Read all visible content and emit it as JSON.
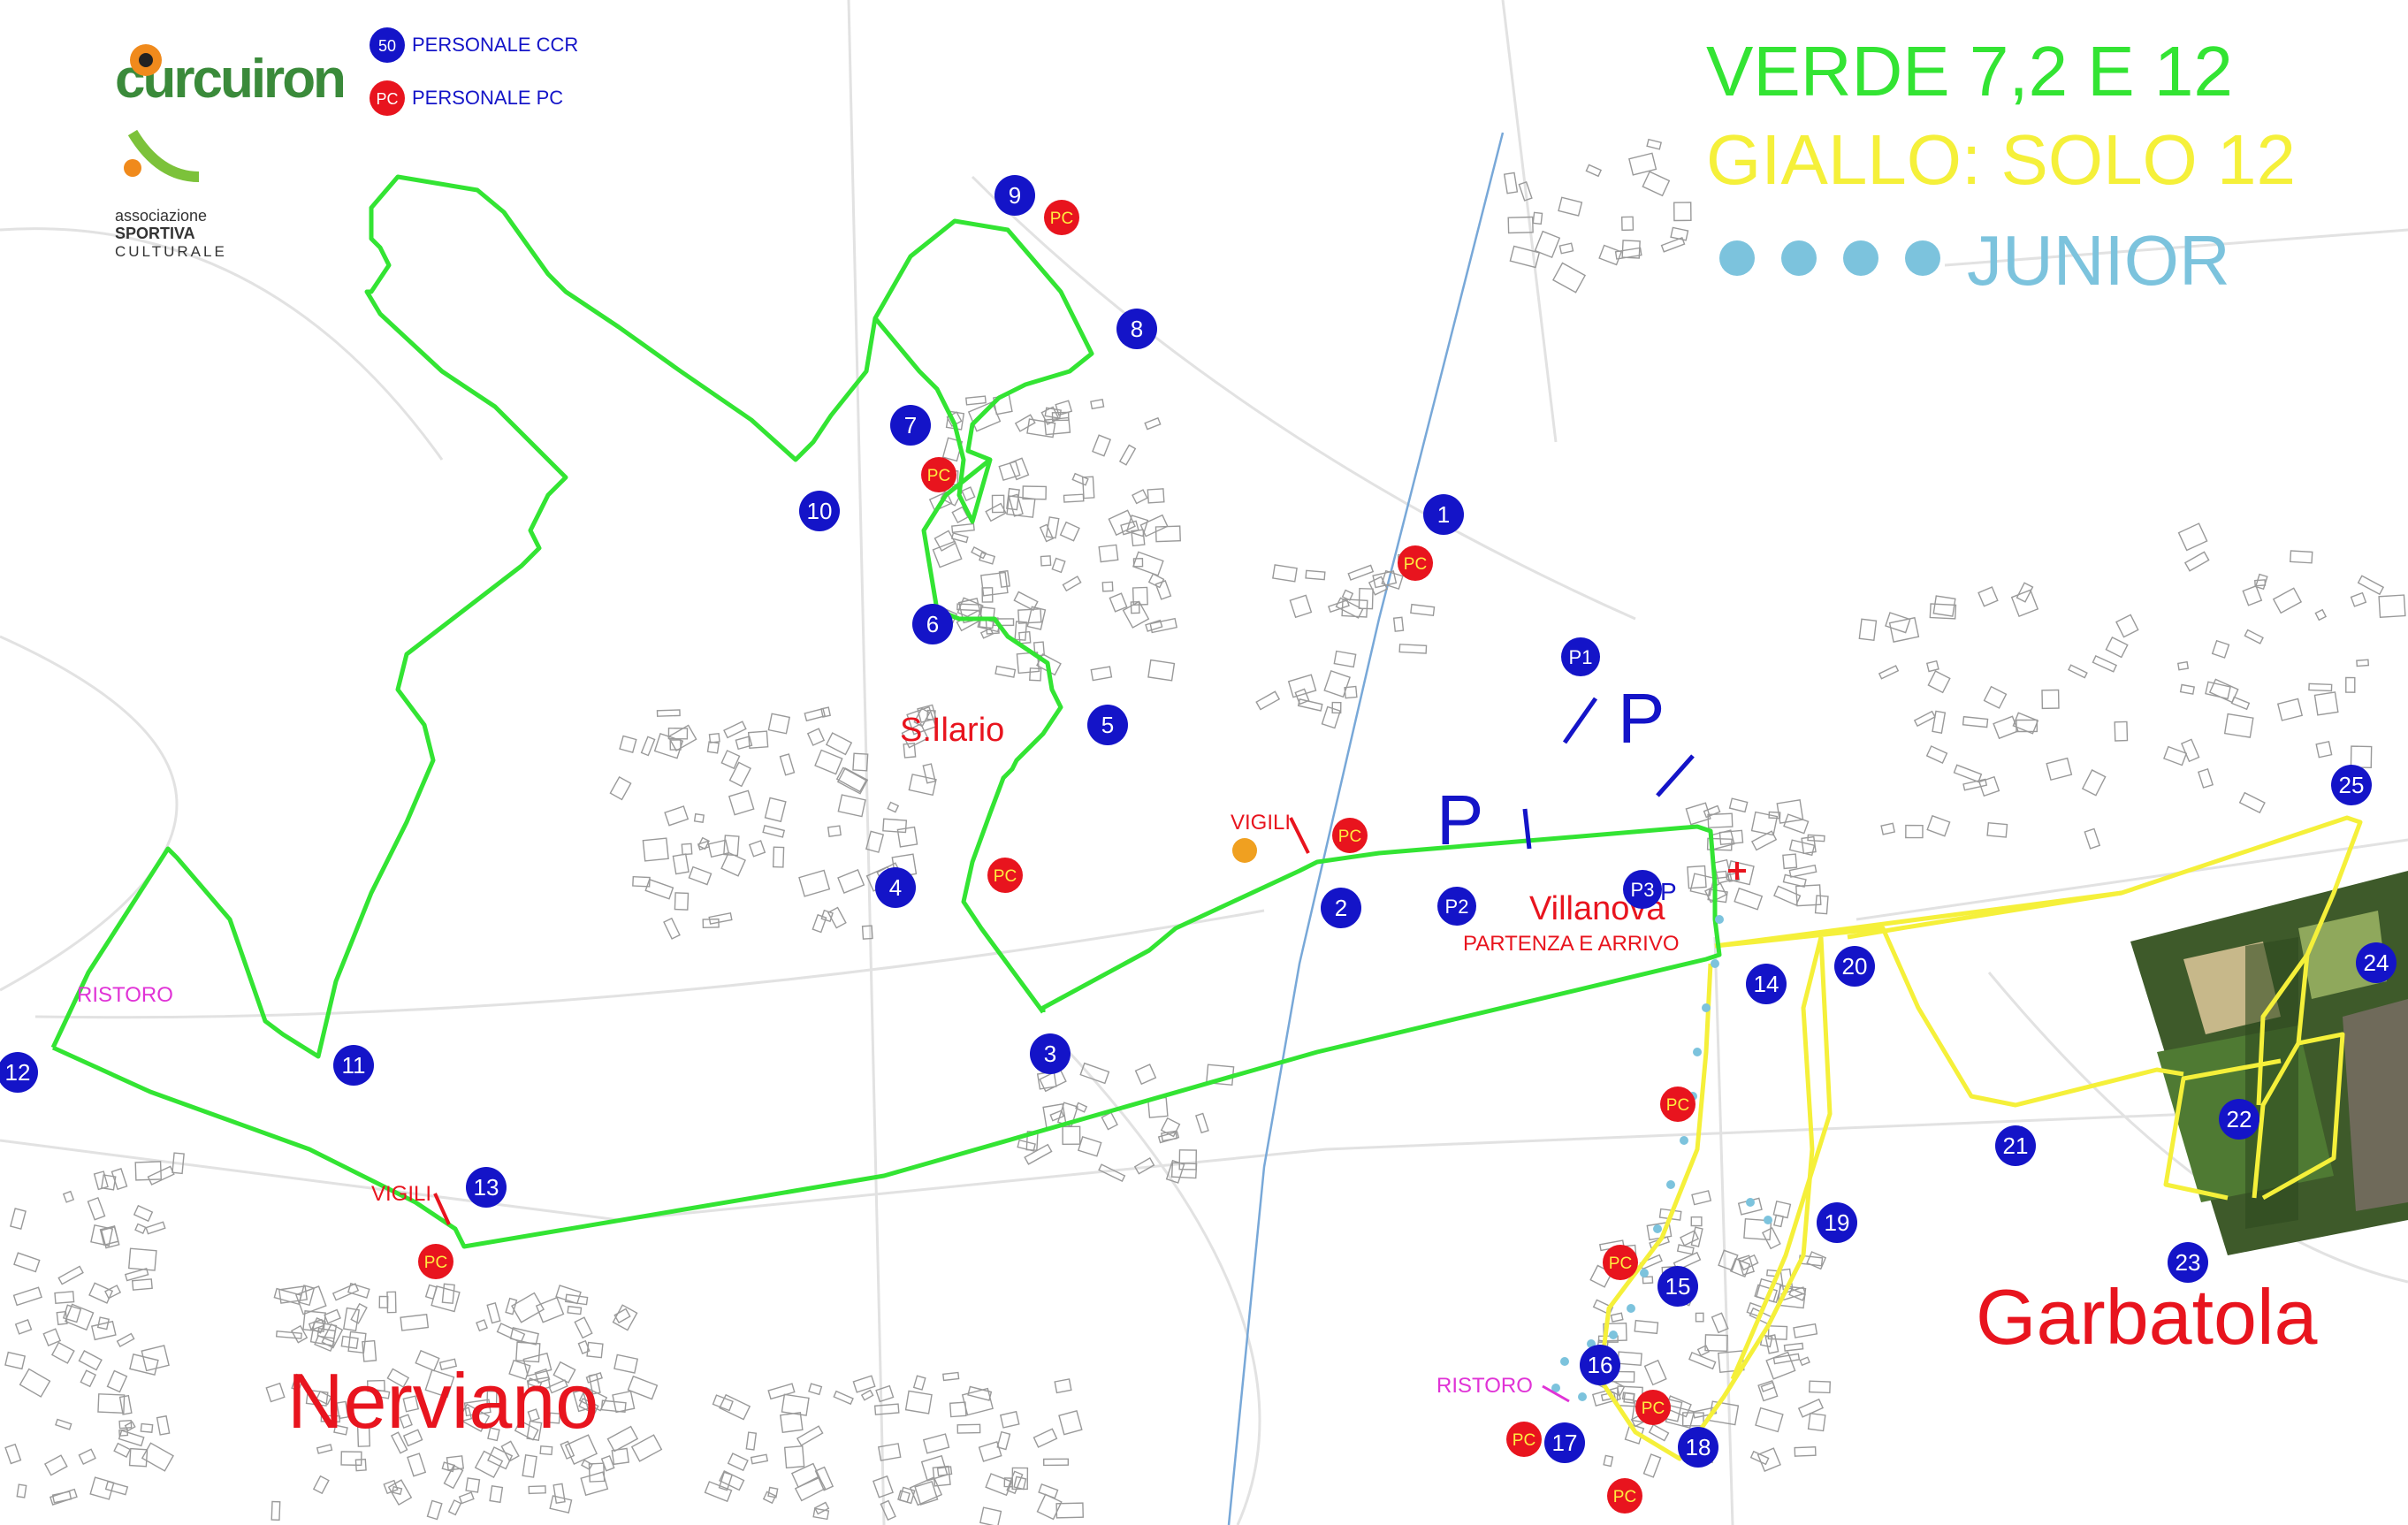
{
  "logo": {
    "text": "curcuiron",
    "subtitle_1": "associazione",
    "subtitle_2": "SPORTIVA",
    "subtitle_3": "CULTURALE"
  },
  "legend": {
    "ccr_symbol": "50",
    "ccr_label": "PERSONALE CCR",
    "pc_symbol": "PC",
    "pc_label": "PERSONALE PC"
  },
  "routes": {
    "verde": "VERDE 7,2 E 12",
    "giallo": "GIALLO: SOLO 12",
    "junior": "JUNIOR"
  },
  "colors": {
    "green_route": "#33e433",
    "yellow_route": "#f5f03a",
    "junior_route": "#7cc3dd",
    "marker_blue": "#1414c8",
    "marker_red": "#e8141e",
    "place_red": "#e8141e",
    "ristoro": "#e033d6",
    "street": "#d8d8d8",
    "river": "#78a8d8"
  },
  "places": {
    "nerviano": "Nerviano",
    "garbatola": "Garbatola",
    "s_ilario": "S.Ilario",
    "villanova": "Villanova",
    "partenza": "PARTENZA E ARRIVO"
  },
  "annotations": {
    "vigili": "VIGILI",
    "ristoro": "RISTORO",
    "parking": "P",
    "parking_p1": "P1",
    "parking_p2": "P2",
    "parking_p3": "P3"
  },
  "pc_label": "PC",
  "checkpoints": [
    "1",
    "2",
    "3",
    "4",
    "5",
    "6",
    "7",
    "8",
    "9",
    "10",
    "11",
    "12",
    "13",
    "14",
    "15",
    "16",
    "17",
    "18",
    "19",
    "20",
    "21",
    "22",
    "23",
    "24",
    "25"
  ]
}
